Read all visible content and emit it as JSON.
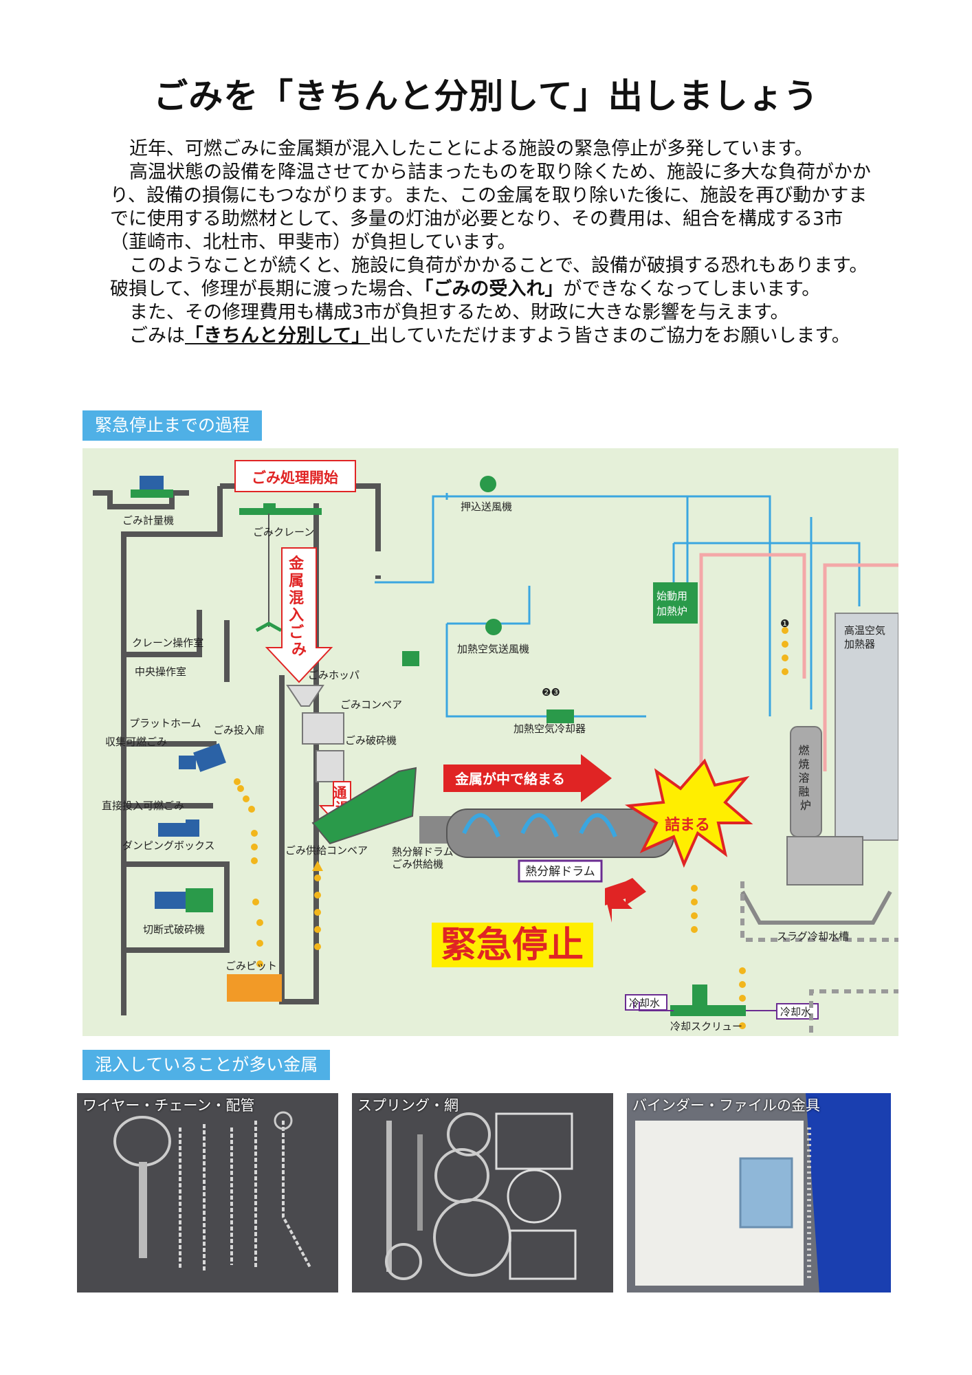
{
  "title": "ごみを「きちんと分別して」出しましょう",
  "paragraphs": {
    "p1": "近年、可燃ごみに金属類が混入したことによる施設の緊急停止が多発しています。",
    "p2": "高温状態の設備を降温させてから詰まったものを取り除くため、施設に多大な負荷がかかり、設備の損傷にもつながります。また、この金属を取り除いた後に、施設を再び動かすまでに使用する助燃材として、多量の灯油が必要となり、その費用は、組合を構成する3市（韮崎市、北杜市、甲斐市）が負担しています。",
    "p3_pre": "このようなことが続くと、施設に負荷がかかることで、設備が破損する恐れもあります。破損して、修理が長期に渡った場合、",
    "p3_em": "「ごみの受入れ」",
    "p3_post": "ができなくなってしまいます。",
    "p4": "また、その修理費用も構成3市が負担するため、財政に大きな影響を与えます。",
    "p5_pre": "ごみは",
    "p5_em": "「きちんと分別して」",
    "p5_post": "出していただけますよう皆さまのご協力をお願いします。"
  },
  "section1": {
    "label": "緊急停止までの過程"
  },
  "diagram": {
    "start": "ごみ処理開始",
    "weighing": "ごみ計量機",
    "crane": "ごみクレーン",
    "crane_room": "クレーン操作室",
    "central_room": "中央操作室",
    "platform": "プラットホーム",
    "entry_door": "ごみ投入扉",
    "collected": "収集可燃ごみ",
    "direct": "直接投入可燃ごみ",
    "dumping": "ダンピングボックス",
    "shredder_cut": "切断式破砕機",
    "pit": "ごみピット",
    "metal_mixed": "金属混入ごみ",
    "hopper": "ごみホッパ",
    "conveyor": "ごみコンベア",
    "crusher": "ごみ破砕機",
    "pass": "通過",
    "feed_conveyor": "ごみ供給コンベア",
    "drum_feeder": "熱分解ドラム\nごみ供給機",
    "drum": "熱分解ドラム",
    "entangled": "金属が中で絡まる",
    "clog": "詰まる",
    "emergency": "緊急停止",
    "push_fan": "押込送風機",
    "hot_air_fan": "加熱空気送風機",
    "hot_air_cooler": "加熱空気冷却器",
    "startup_furnace": "始動用\n加熱炉",
    "hot_air_heater": "高温空気\n加熱器",
    "melting_furnace": "燃焼溶融炉",
    "slag_tank": "スラグ冷却水槽",
    "cooling_screw": "冷却スクリュー",
    "cooling_water_in": "冷却水",
    "cooling_water_out": "冷却水",
    "mark_1": "❶",
    "mark_23": "❷❸"
  },
  "section2": {
    "label": "混入していることが多い金属"
  },
  "photos": [
    {
      "caption": "ワイヤー・チェーン・配管"
    },
    {
      "caption": "スプリング・網"
    },
    {
      "caption": "バインダー・ファイルの金具"
    }
  ],
  "colors": {
    "accent_blue": "#4fb0e6",
    "diagram_bg": "#e5f0d9",
    "flow_blue": "#3aa6e0",
    "alert_red": "#e02424",
    "alert_yellow": "#ffee00",
    "drum_purple": "#6a2c91"
  }
}
